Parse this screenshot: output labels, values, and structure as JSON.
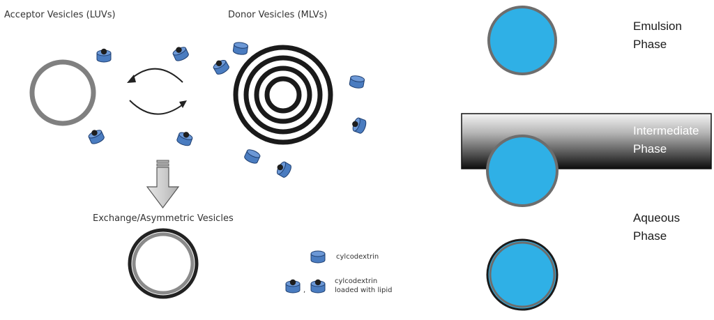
{
  "left_panel": {
    "acceptor_title": "Acceptor Vesicles (LUVs)",
    "donor_title": "Donor Vesicles (MLVs)",
    "exchange_title": "Exchange/Asymmetric Vesicles",
    "legend": {
      "cyclodextrin": "cylcodextrin",
      "separator": ",",
      "loaded_line1": "cylcodextrin",
      "loaded_line2": "loaded with lipid"
    }
  },
  "right_panel": {
    "emulsion": [
      "Emulsion",
      "Phase"
    ],
    "intermediate": [
      "Intermediate",
      "Phase"
    ],
    "aqueous": [
      "Aqueous",
      "Phase"
    ]
  },
  "colors": {
    "cyclodextrin_fill": "#4a7cc0",
    "cyclodextrin_stroke": "#1f3f70",
    "droplet_fill": "#2fb0e6",
    "droplet_ring": "#6d6d6d",
    "acceptor_ring": "#808080",
    "donor_ring": "#1a1a1a",
    "intermediate_top": "#f2f2f2",
    "intermediate_bottom": "#111111"
  }
}
